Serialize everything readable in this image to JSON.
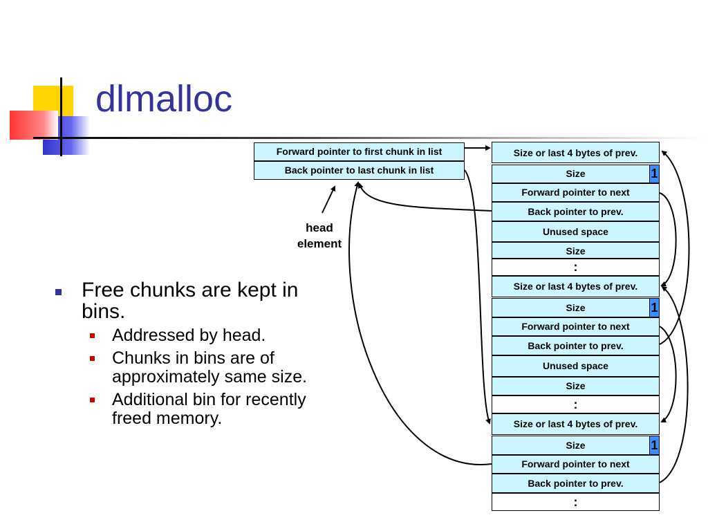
{
  "slide": {
    "title": "dlmalloc",
    "bullets": [
      {
        "text": "Free chunks are kept in bins.",
        "sub": [
          "Addressed by head.",
          "Chunks in bins are of approximately same size.",
          "Additional bin for recently freed memory."
        ]
      }
    ]
  },
  "diagram": {
    "head_element": {
      "label": "head element",
      "forward": "Forward pointer to first chunk in list",
      "back": "Back pointer to last chunk in list"
    },
    "chunks": [
      {
        "prev_size": "Size or last 4 bytes of prev.",
        "size": "Size",
        "flag": "1",
        "forward": "Forward pointer to next",
        "back": "Back pointer to prev.",
        "unused": "Unused space",
        "size_footer": "Size",
        "ellipsis": ":"
      },
      {
        "prev_size": "Size or last 4 bytes of prev.",
        "size": "Size",
        "flag": "1",
        "forward": "Forward pointer to next",
        "back": "Back pointer to prev.",
        "unused": "Unused space",
        "size_footer": "Size",
        "ellipsis": ":"
      },
      {
        "prev_size": "Size or last 4 bytes of prev.",
        "size": "Size",
        "flag": "1",
        "forward": "Forward pointer to next",
        "back": "Back pointer to prev.",
        "ellipsis": ":"
      }
    ]
  }
}
